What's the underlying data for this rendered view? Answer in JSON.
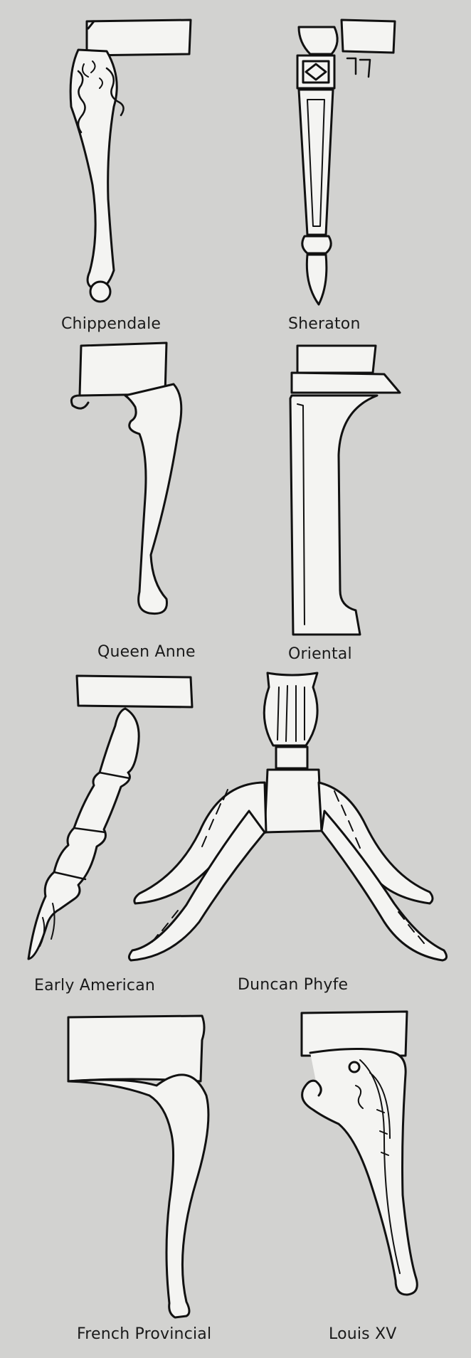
{
  "captions": {
    "chippendale": "Chippendale",
    "sheraton": "Sheraton",
    "queen_anne": "Queen Anne",
    "oriental": "Oriental",
    "early_american": "Early American",
    "duncan_phyfe": "Duncan Phyfe",
    "french_provincial": "French Provincial",
    "louis_xv": "Louis XV"
  },
  "colors": {
    "background": "#d2d2d0",
    "ink": "#111111",
    "paper": "#f4f4f2"
  }
}
